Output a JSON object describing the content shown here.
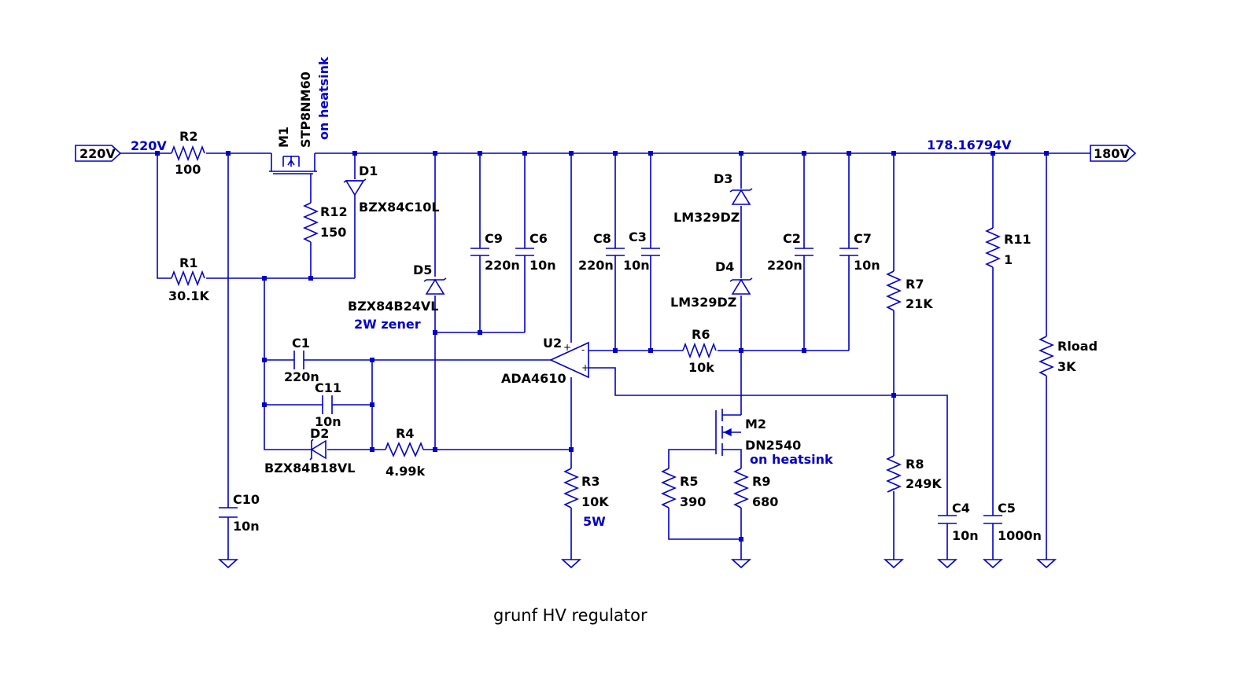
{
  "title": "grunf HV regulator",
  "ports": {
    "input": "220V",
    "output": "180V"
  },
  "net_labels": {
    "input_net": "220V",
    "output_voltage": "178.16794V"
  },
  "components": {
    "R2": {
      "ref": "R2",
      "value": "100"
    },
    "R1": {
      "ref": "R1",
      "value": "30.1K"
    },
    "R12": {
      "ref": "R12",
      "value": "150"
    },
    "M1": {
      "ref": "M1",
      "value": "STP8NM60",
      "note": "on heatsink"
    },
    "D1": {
      "ref": "D1",
      "value": "BZX84C10L"
    },
    "D5": {
      "ref": "D5",
      "value": "BZX84B24VL",
      "note": "2W zener"
    },
    "C9": {
      "ref": "C9",
      "value": "220n"
    },
    "C6": {
      "ref": "C6",
      "value": "10n"
    },
    "C8": {
      "ref": "C8",
      "value": "220n"
    },
    "C3": {
      "ref": "C3",
      "value": "10n"
    },
    "D3": {
      "ref": "D3",
      "value": "LM329DZ"
    },
    "D4": {
      "ref": "D4",
      "value": "LM329DZ"
    },
    "C2": {
      "ref": "C2",
      "value": "220n"
    },
    "C7": {
      "ref": "C7",
      "value": "10n"
    },
    "R7": {
      "ref": "R7",
      "value": "21K"
    },
    "R11": {
      "ref": "R11",
      "value": "1"
    },
    "Rload": {
      "ref": "Rload",
      "value": "3K"
    },
    "C1": {
      "ref": "C1",
      "value": "220n"
    },
    "C11": {
      "ref": "C11",
      "value": "10n"
    },
    "D2": {
      "ref": "D2",
      "value": "BZX84B18VL"
    },
    "R4": {
      "ref": "R4",
      "value": "4.99k"
    },
    "U2": {
      "ref": "U2",
      "value": "ADA4610"
    },
    "R6": {
      "ref": "R6",
      "value": "10k"
    },
    "M2": {
      "ref": "M2",
      "value": "DN2540",
      "note": "on heatsink"
    },
    "R3": {
      "ref": "R3",
      "value": "10K",
      "note": "5W"
    },
    "R5": {
      "ref": "R5",
      "value": "390"
    },
    "R9": {
      "ref": "R9",
      "value": "680"
    },
    "R8": {
      "ref": "R8",
      "value": "249K"
    },
    "C10": {
      "ref": "C10",
      "value": "10n"
    },
    "C4": {
      "ref": "C4",
      "value": "10n"
    },
    "C5": {
      "ref": "C5",
      "value": "1000n"
    }
  },
  "opamp_pins": {
    "plus": "+",
    "minus": "-"
  },
  "colors": {
    "wire": "#0000c8",
    "text": "#000000",
    "note": "#0000c8",
    "background": "#ffffff"
  }
}
